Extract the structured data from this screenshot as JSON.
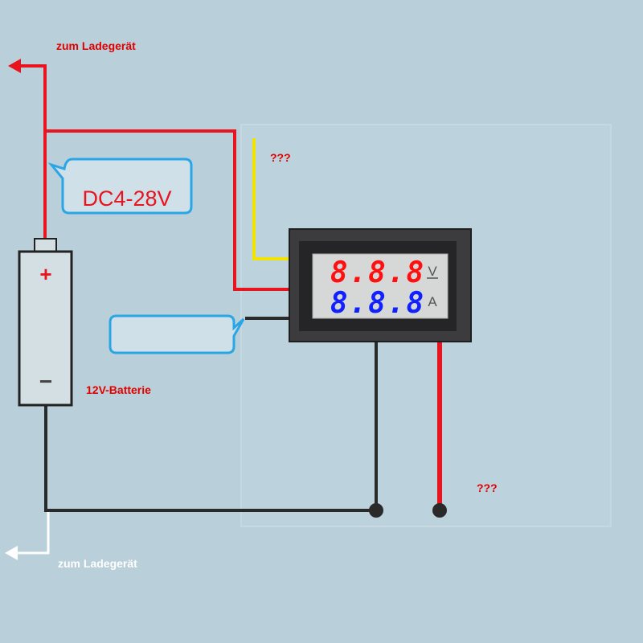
{
  "labels": {
    "charger_top": "zum Ladegerät",
    "charger_bottom": "zum Ladegerät",
    "unknown_yellow": "???",
    "unknown_red": "???",
    "battery": "12V-Batterie"
  },
  "callout_voltage": "DC4-28V",
  "battery_terminals": {
    "plus": "+",
    "minus": "−"
  },
  "meter": {
    "voltage_display": "8.8.8",
    "current_display": "8.8.8",
    "voltage_unit": "V",
    "current_unit": "A"
  },
  "colors": {
    "background": "#b9cfd9",
    "wire_red": "#e8141e",
    "wire_yellow": "#f2e400",
    "wire_black": "#2a2a2a",
    "wire_white": "#ffffff",
    "callout_border": "#2aa6e6",
    "digit_red": "#ff1010",
    "digit_blue": "#1020ff"
  }
}
